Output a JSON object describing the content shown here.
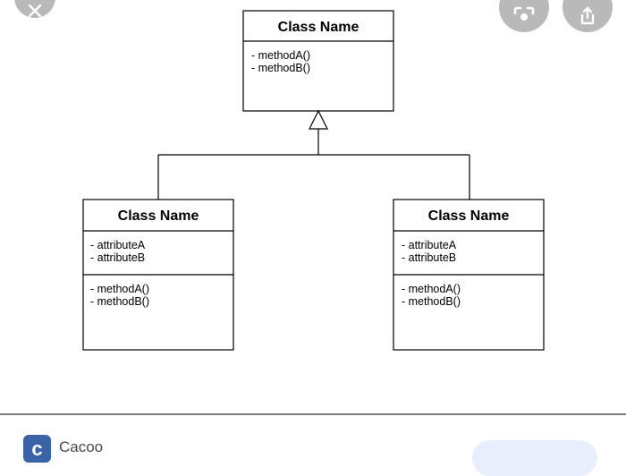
{
  "viewer": {
    "close_icon": "close-icon",
    "lens_icon": "lens-icon",
    "share_icon": "share-icon",
    "button_color": "#b9b9b9"
  },
  "diagram": {
    "parent": {
      "title": "Class Name",
      "methods": [
        "- methodA()",
        "- methodB()"
      ]
    },
    "children": [
      {
        "title": "Class Name",
        "attributes": [
          "- attributeA",
          "- attributeB"
        ],
        "methods": [
          "- methodA()",
          "- methodB()"
        ]
      },
      {
        "title": "Class Name",
        "attributes": [
          "- attributeA",
          "- attributeB"
        ],
        "methods": [
          "- methodA()",
          "- methodB()"
        ]
      }
    ]
  },
  "footer": {
    "logo_letter": "c",
    "source_name": "Cacoo",
    "logo_color": "#3b63a8"
  }
}
